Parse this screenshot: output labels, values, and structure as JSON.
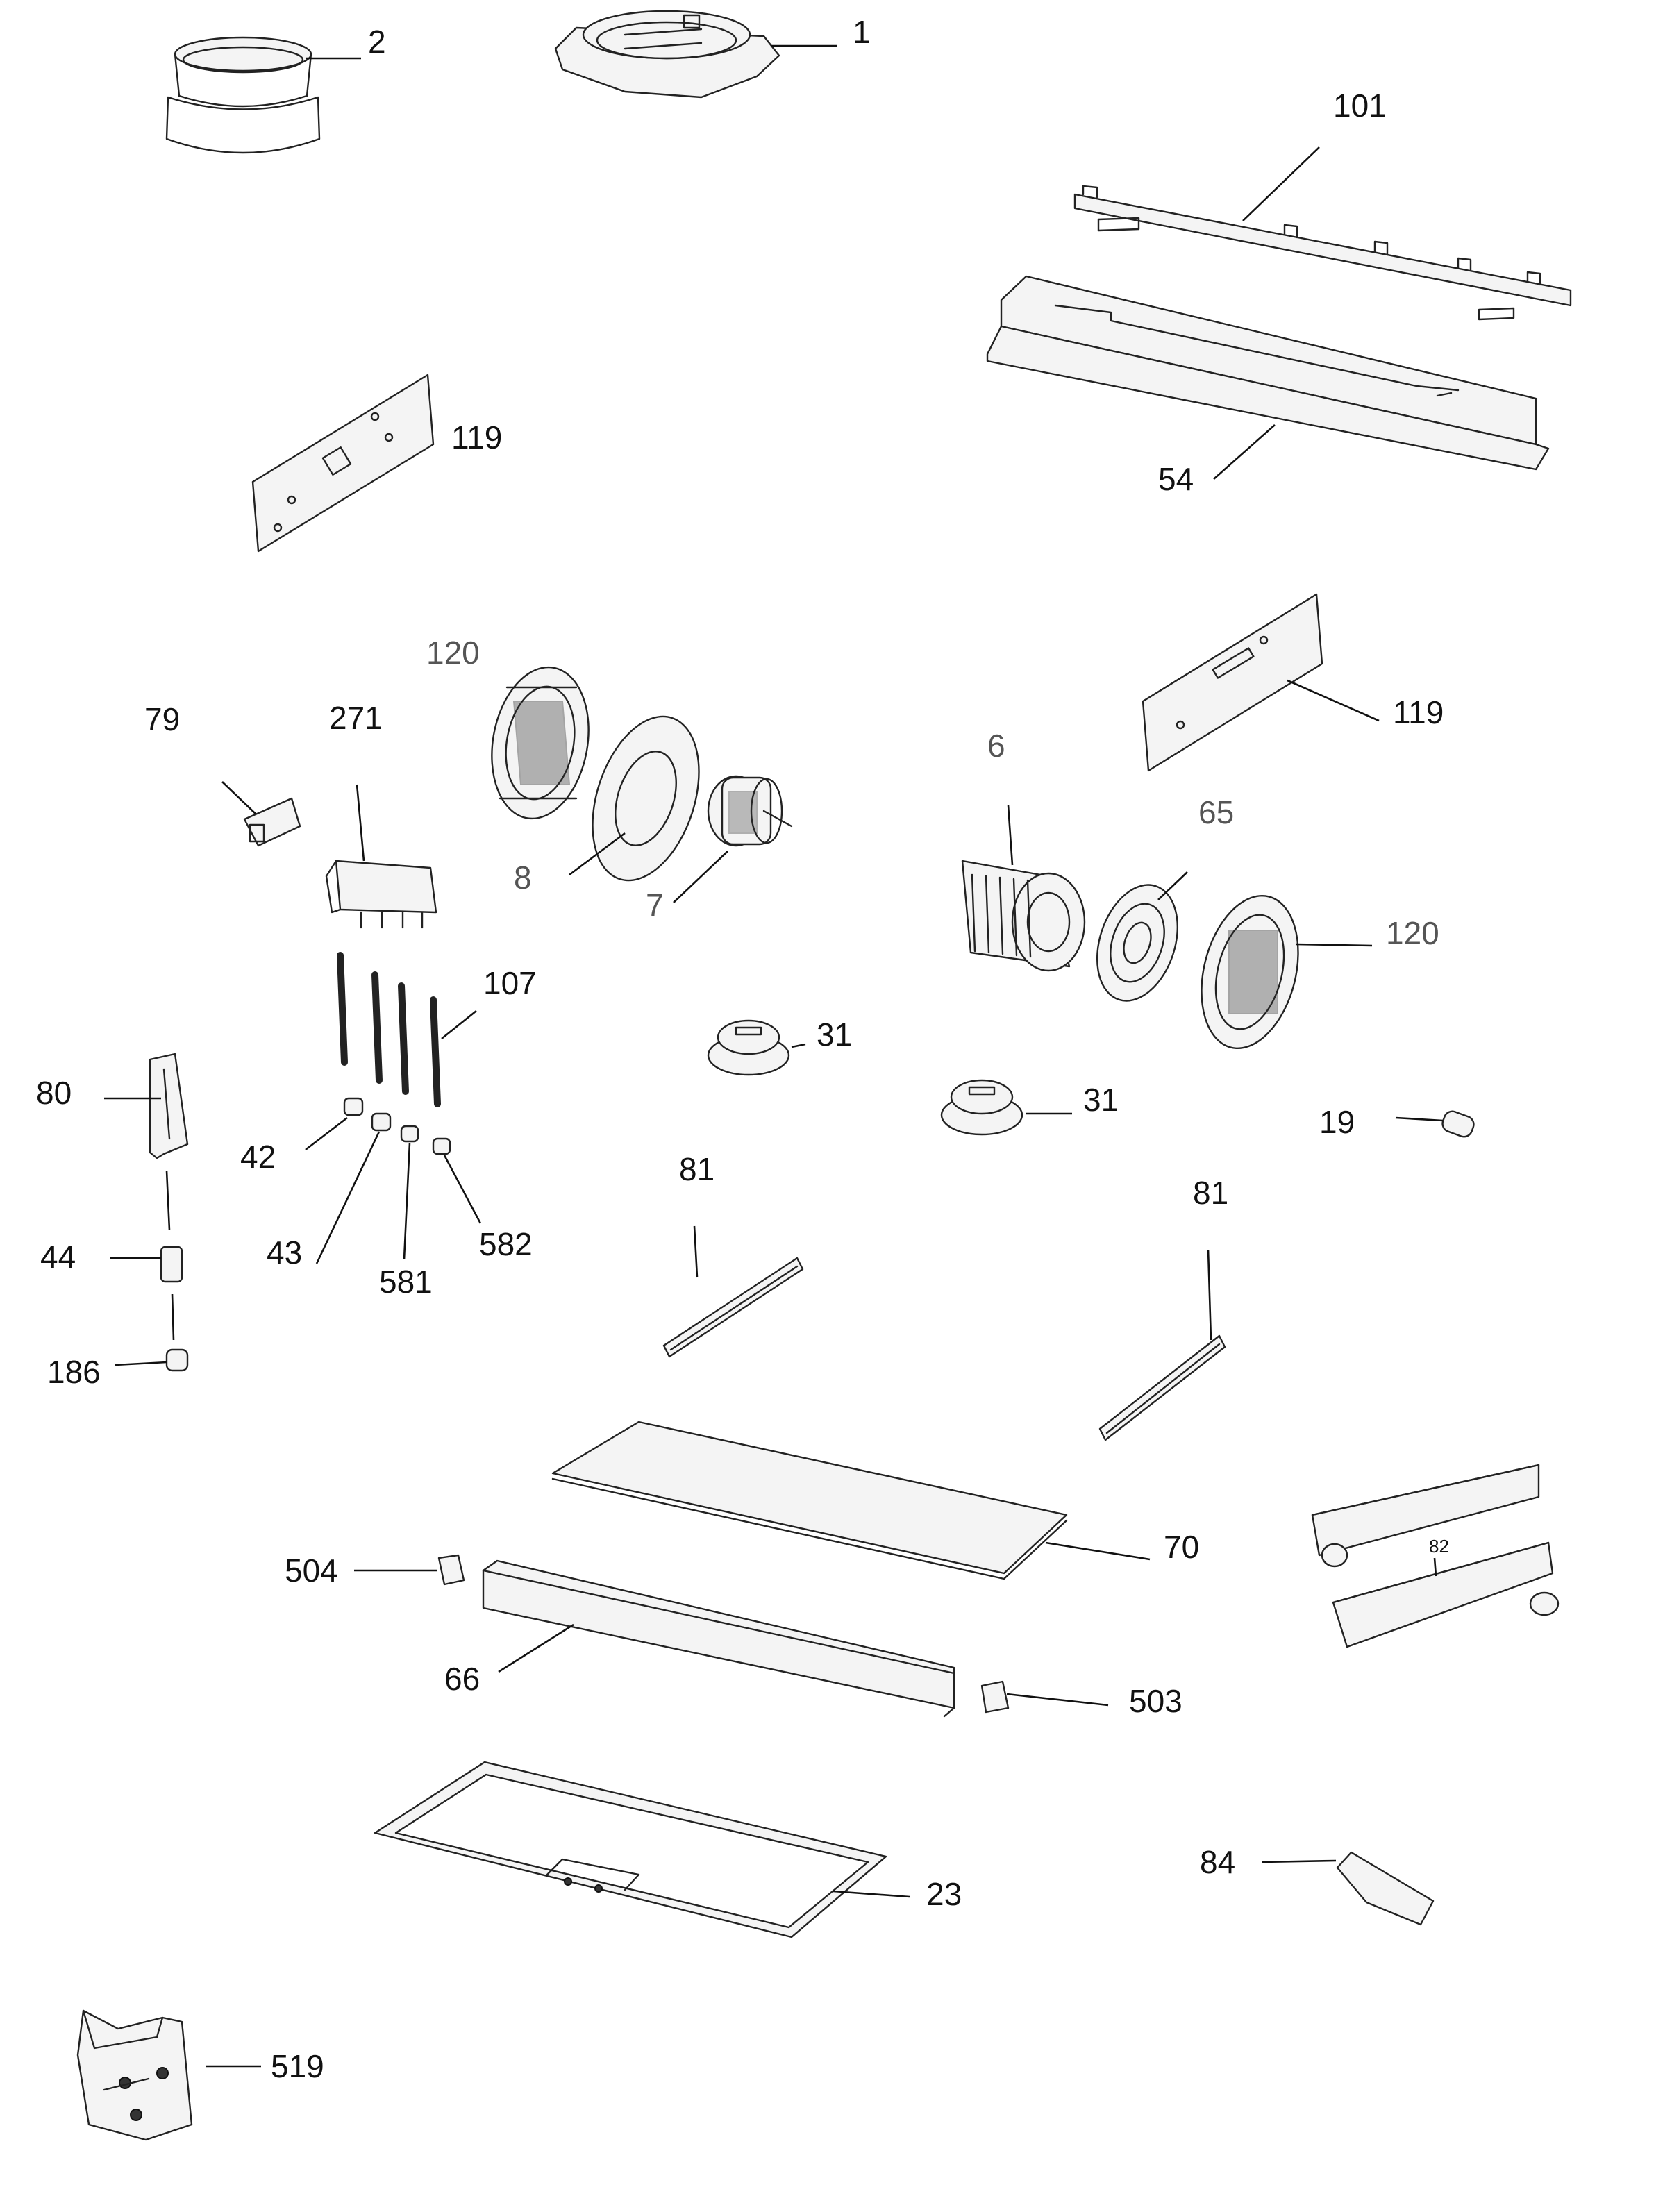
{
  "callouts": {
    "c1": "1",
    "c2": "2",
    "c101": "101",
    "c54": "54",
    "c119a": "119",
    "c119b": "119",
    "c120a": "120",
    "c120b": "120",
    "c79": "79",
    "c271": "271",
    "c8": "8",
    "c7": "7",
    "c6": "6",
    "c65": "65",
    "c107": "107",
    "c31a": "31",
    "c31b": "31",
    "c19": "19",
    "c80": "80",
    "c42": "42",
    "c43": "43",
    "c581": "581",
    "c582": "582",
    "c44": "44",
    "c186": "186",
    "c81a": "81",
    "c81b": "81",
    "c70": "70",
    "c82": "82",
    "c504": "504",
    "c66": "66",
    "c503": "503",
    "c84": "84",
    "c23": "23",
    "c519": "519"
  }
}
